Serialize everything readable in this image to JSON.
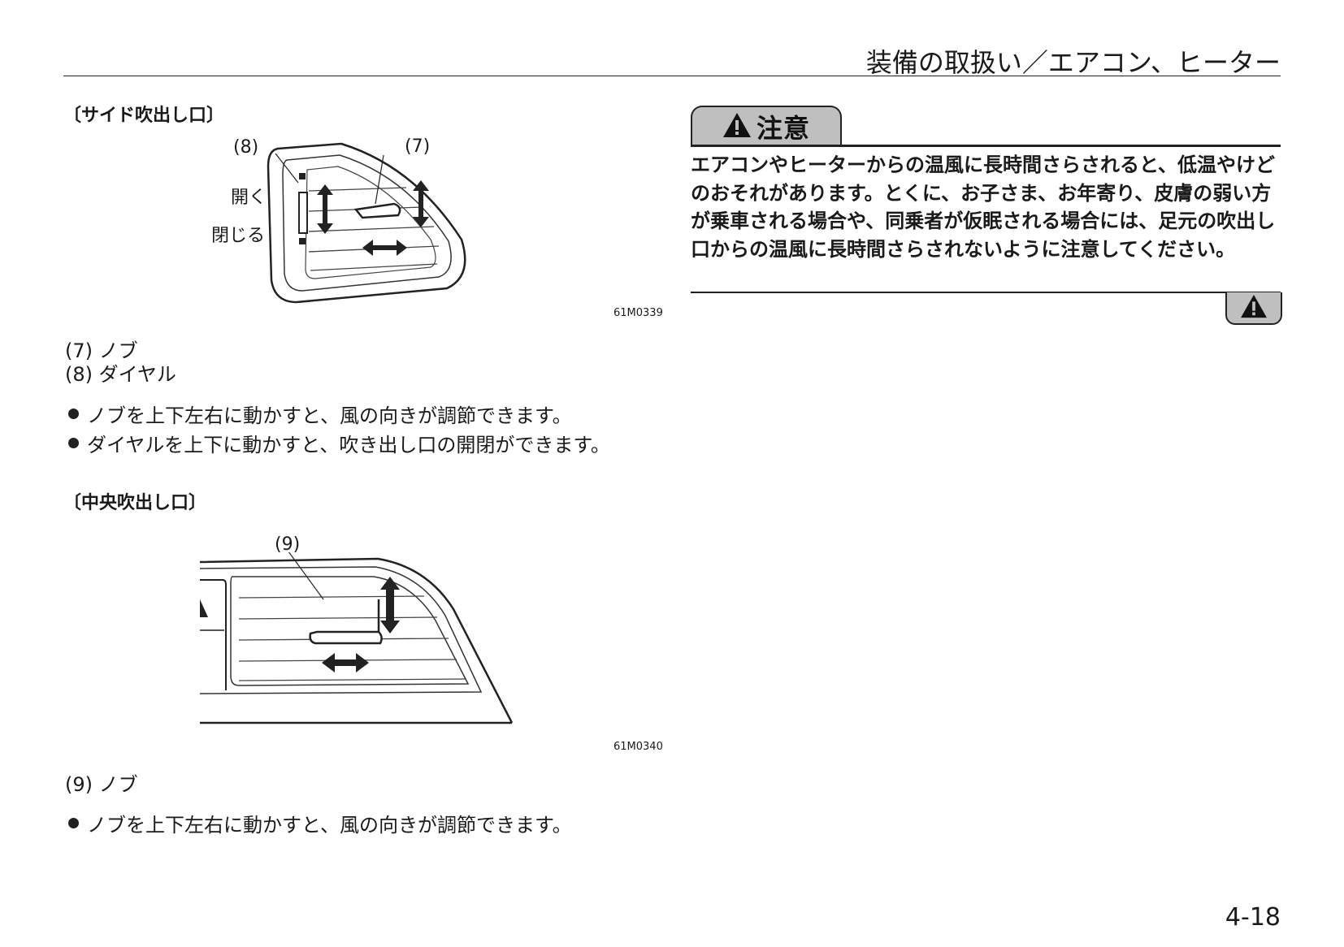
{
  "header": {
    "title": "装備の取扱い／エアコン、ヒーター"
  },
  "side_vent": {
    "heading": "〔サイド吹出し口〕",
    "labels": {
      "item8": "(8)",
      "item7": "(7)",
      "open": "開く",
      "close": "閉じる"
    },
    "figure_code": "61M0339",
    "captions": [
      "(7) ノブ",
      "(8) ダイヤル"
    ],
    "bullets": [
      "ノブを上下左右に動かすと、風の向きが調節できます。",
      "ダイヤルを上下に動かすと、吹き出し口の開閉ができます。"
    ]
  },
  "center_vent": {
    "heading": "〔中央吹出し口〕",
    "labels": {
      "item9": "(9)"
    },
    "figure_code": "61M0340",
    "captions": [
      "(9) ノブ"
    ],
    "bullets": [
      "ノブを上下左右に動かすと、風の向きが調節できます。"
    ]
  },
  "caution": {
    "label": "注意",
    "text": "エアコンやヒーターからの温風に長時間さらされると、低温やけどのおそれがあります。とくに、お子さま、お年寄り、皮膚の弱い方が乗車される場合や、同乗者が仮眠される場合には、足元の吹出し口からの温風に長時間さらされないように注意してください。",
    "icon": "warning-triangle-icon"
  },
  "page_number": "4-18"
}
